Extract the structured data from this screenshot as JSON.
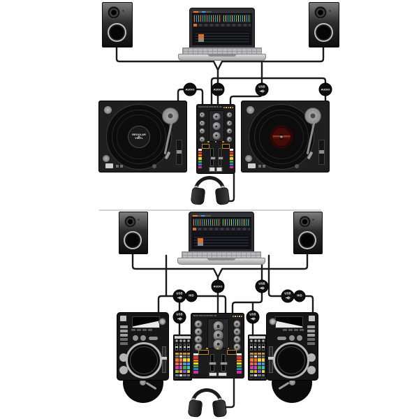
{
  "connections": {
    "top": [
      {
        "id": "left-turntable-to-mixer",
        "label": "AUDIO"
      },
      {
        "id": "mixer-to-speakers",
        "label": "AUDIO"
      },
      {
        "id": "laptop-to-mixer",
        "label": "USB"
      },
      {
        "id": "right-turntable-to-mixer",
        "label": "AUDIO"
      }
    ],
    "bottom": [
      {
        "id": "laptop-to-left-player-usb",
        "label": "USB"
      },
      {
        "id": "laptop-to-left-player-hid",
        "label": "HID"
      },
      {
        "id": "mixer-to-speakers",
        "label": "AUDIO"
      },
      {
        "id": "laptop-to-mixer-usb",
        "label": "USB"
      },
      {
        "id": "laptop-to-right-player-usb",
        "label": "USB"
      },
      {
        "id": "laptop-to-right-player-hid",
        "label": "HID"
      },
      {
        "id": "left-controller-usb",
        "label": "USB"
      },
      {
        "id": "right-controller-usb",
        "label": "USB"
      }
    ]
  },
  "turntable": {
    "left_record_label": [
      "REGULAR",
      "VINYL"
    ],
    "right_record_label": "TRAKTOR SCRATCH"
  },
  "mixer": {
    "panel_label": "TRAKTOR KONTROL Z2",
    "cue_colors": [
      "#f2f2f2",
      "#e23b2e",
      "#f07a18",
      "#f5d327",
      "#3fae49",
      "#2e7fd4",
      "#d42fa0"
    ]
  },
  "controller": {
    "panel_label": "TRAKTOR KONTROL F1",
    "pad_colors": [
      "#f07a18",
      "#f07a18",
      "#f5d327",
      "#f5d327",
      "#e86a5a",
      "#e86a5a",
      "#4f8fe8",
      "#4f8fe8",
      "#d43a9a",
      "#b04fd4",
      "#3fae49",
      "#35c4c4",
      "#8fc43a",
      "#f5a327",
      "#7a5ae8",
      "#e8d23a"
    ]
  },
  "colors": {
    "cable": "#1a1a1a",
    "badge_bg": "#0d0d0d"
  }
}
